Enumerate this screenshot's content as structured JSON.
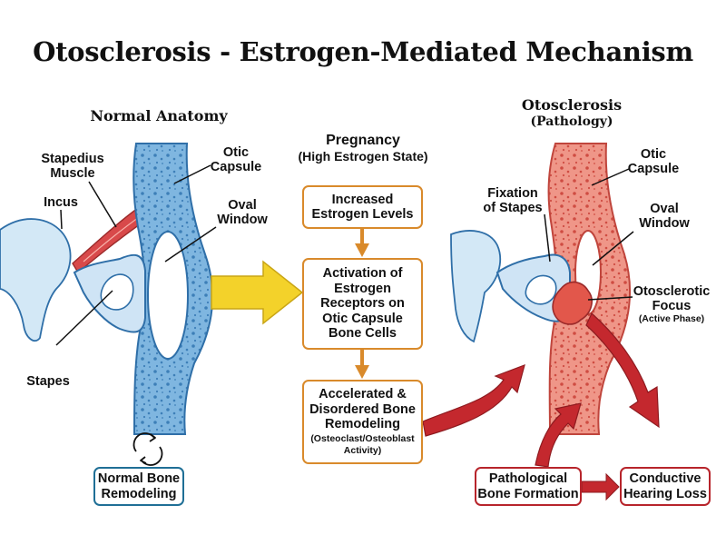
{
  "title": "Otosclerosis - Estrogen-Mediated Mechanism",
  "normal": {
    "heading": "Normal Anatomy",
    "labels": {
      "stapedius_line1": "Stapedius",
      "stapedius_line2": "Muscle",
      "incus": "Incus",
      "stapes": "Stapes",
      "otic_line1": "Otic",
      "otic_line2": "Capsule",
      "oval_line1": "Oval",
      "oval_line2": "Window"
    },
    "box_line1": "Normal Bone",
    "box_line2": "Remodeling"
  },
  "center": {
    "heading_line1": "Pregnancy",
    "heading_line2": "(High Estrogen State)",
    "box1_line1": "Increased",
    "box1_line2": "Estrogen Levels",
    "box2_line1": "Activation of",
    "box2_line2": "Estrogen",
    "box2_line3": "Receptors on",
    "box2_line4": "Otic Capsule",
    "box2_line5": "Bone Cells",
    "box3_line1": "Accelerated &",
    "box3_line2": "Disordered Bone",
    "box3_line3": "Remodeling",
    "box3_sub1": "(Osteoclast/Osteoblast",
    "box3_sub2": "Activity)"
  },
  "patho": {
    "heading_line1": "Otosclerosis",
    "heading_line2": "(Pathology)",
    "labels": {
      "fixation_line1": "Fixation",
      "fixation_line2": "of Stapes",
      "otic_line1": "Otic",
      "otic_line2": "Capsule",
      "oval_line1": "Oval",
      "oval_line2": "Window",
      "focus_line1": "Otosclerotic",
      "focus_line2": "Focus",
      "focus_sub": "(Active Phase)"
    },
    "box_patho_line1": "Pathological",
    "box_patho_line2": "Bone Formation",
    "box_hearing_line1": "Conductive",
    "box_hearing_line2": "Hearing Loss"
  },
  "colors": {
    "normal_bone": "#7db5df",
    "normal_stroke": "#2f6fa8",
    "patho_bone": "#ee8f83",
    "patho_stroke": "#c0453c",
    "orange": "#d98a2b",
    "yellow_arrow": "#f3d22a",
    "red_arrow": "#c4282e"
  }
}
